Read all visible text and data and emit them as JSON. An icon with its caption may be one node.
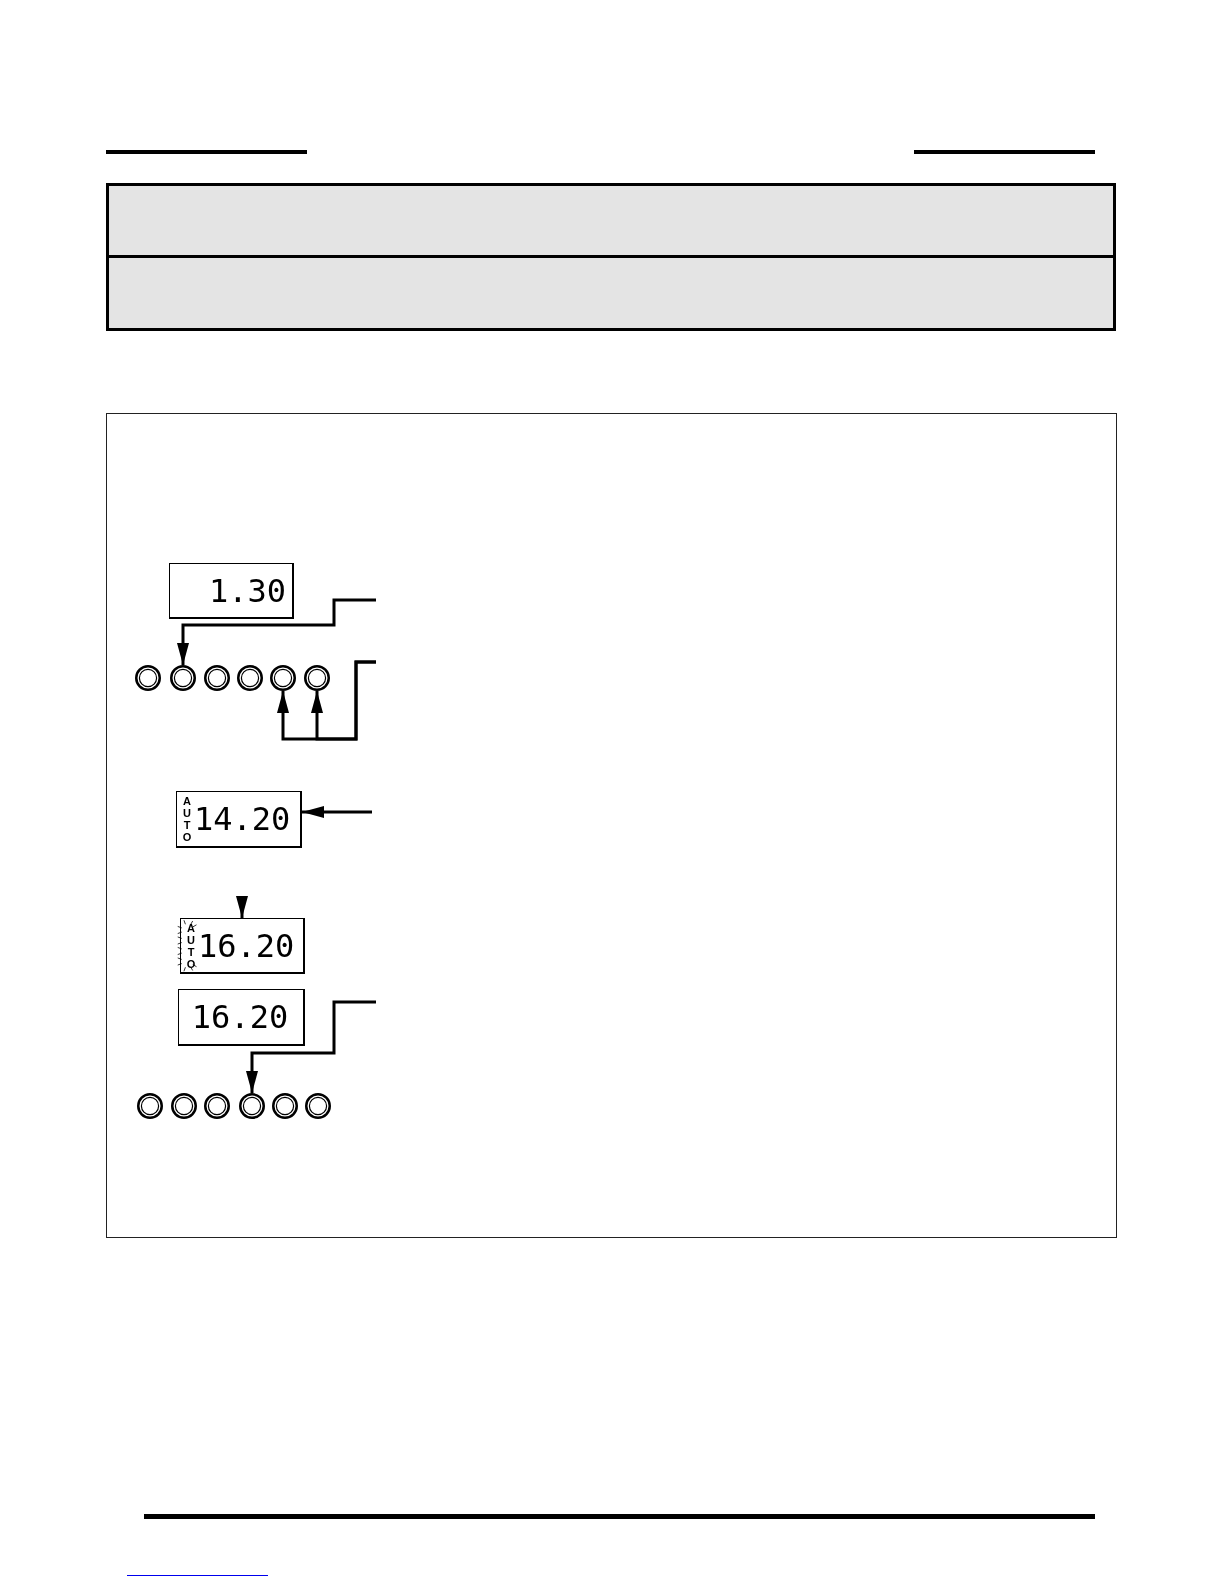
{
  "diagram": {
    "nodes": [
      {
        "text": [
          "1.30"
        ]
      },
      {
        "text": [],
        "shape": "circle"
      },
      {
        "text": [],
        "shape": "circle"
      },
      {
        "text": [],
        "shape": "circle"
      },
      {
        "text": [],
        "shape": "circle"
      },
      {
        "text": [],
        "shape": "circle"
      },
      {
        "text": [],
        "shape": "circle"
      },
      {
        "text": [
          "AUTO",
          "14.20"
        ]
      },
      {
        "text": [
          "AUTO",
          "16.20"
        ]
      },
      {
        "text": [
          "16.20"
        ]
      },
      {
        "text": [],
        "shape": "circle"
      },
      {
        "text": [],
        "shape": "circle"
      },
      {
        "text": [],
        "shape": "circle"
      },
      {
        "text": [],
        "shape": "circle"
      },
      {
        "text": [],
        "shape": "circle"
      },
      {
        "text": [],
        "shape": "circle"
      }
    ],
    "edges": [
      {
        "from": null,
        "to": 2,
        "arrow": "to"
      },
      {
        "from": null,
        "to": 5,
        "arrow": "to"
      },
      {
        "from": null,
        "to": 6,
        "arrow": "to"
      },
      {
        "from": null,
        "to": 7,
        "arrow": "to"
      },
      {
        "from": null,
        "to": 8,
        "arrow": "to"
      },
      {
        "from": null,
        "to": 13,
        "arrow": "to"
      }
    ]
  }
}
